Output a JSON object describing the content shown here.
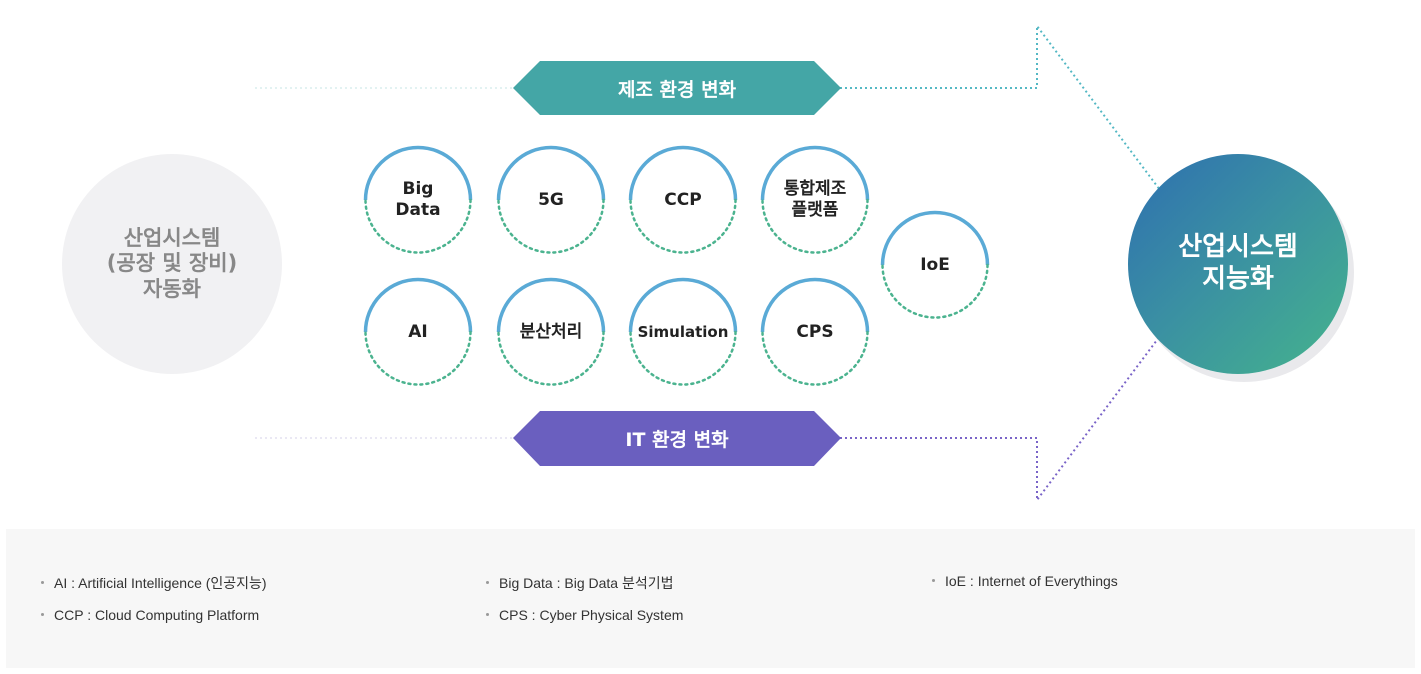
{
  "source_node": {
    "label": "산업시스템\n(공장 및 장비)\n자동화"
  },
  "target_node": {
    "label": "산업시스템\n지능화"
  },
  "banners": {
    "manufacturing": {
      "label": "제조 환경 변화",
      "color": "#44a6a6"
    },
    "it": {
      "label": "IT 환경 변화",
      "color": "#6a5fbf"
    }
  },
  "technologies": [
    {
      "label": "Big\nData"
    },
    {
      "label": "5G"
    },
    {
      "label": "CCP"
    },
    {
      "label": "통합제조\n플랫폼"
    },
    {
      "label": "AI"
    },
    {
      "label": "분산처리"
    },
    {
      "label": "Simulation"
    },
    {
      "label": "CPS"
    },
    {
      "label": "IoE"
    }
  ],
  "colors": {
    "ring_top": "#5aaad6",
    "ring_bottom": "#4bb38f",
    "arrow_top": "#55b8c4",
    "arrow_bottom": "#7a64c8"
  },
  "legend": [
    {
      "term": "AI",
      "desc": "Artificial Intelligence (인공지능)"
    },
    {
      "term": "Big Data",
      "desc": "Big Data 분석기법"
    },
    {
      "term": "IoE",
      "desc": "Internet of Everythings"
    },
    {
      "term": "CCP",
      "desc": "Cloud Computing Platform"
    },
    {
      "term": "CPS",
      "desc": "Cyber Physical System"
    }
  ]
}
